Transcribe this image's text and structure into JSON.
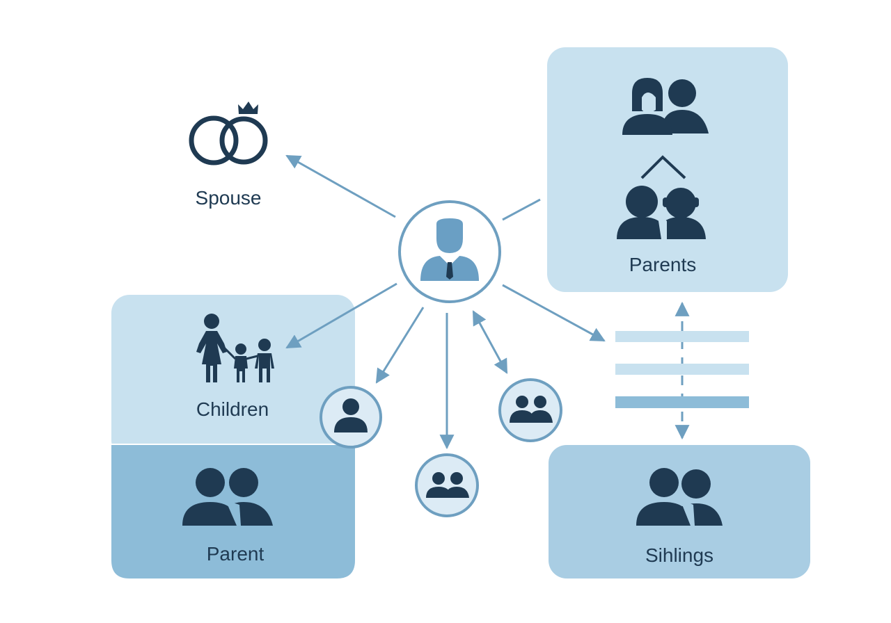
{
  "nodes": {
    "spouse": {
      "label": "Spouse",
      "icon": "wedding-rings-icon"
    },
    "parents": {
      "label": "Parents",
      "icon": "parents-icon"
    },
    "children": {
      "label": "Children",
      "icon": "family-icon"
    },
    "parent": {
      "label": "Parent",
      "icon": "two-people-icon"
    },
    "siblings": {
      "label": "Sihlings",
      "icon": "two-people-icon"
    },
    "center": {
      "icon": "businessman-icon"
    }
  },
  "colors": {
    "dark_icon": "#1f3a52",
    "accent_blue": "#6a9fc4",
    "connector": "#6e9fc0",
    "panel_light": "#c8e1ef",
    "panel_mid": "#a9cde3",
    "panel_dark": "#8dbcd8",
    "small_circle_fill": "#dcebf5"
  }
}
